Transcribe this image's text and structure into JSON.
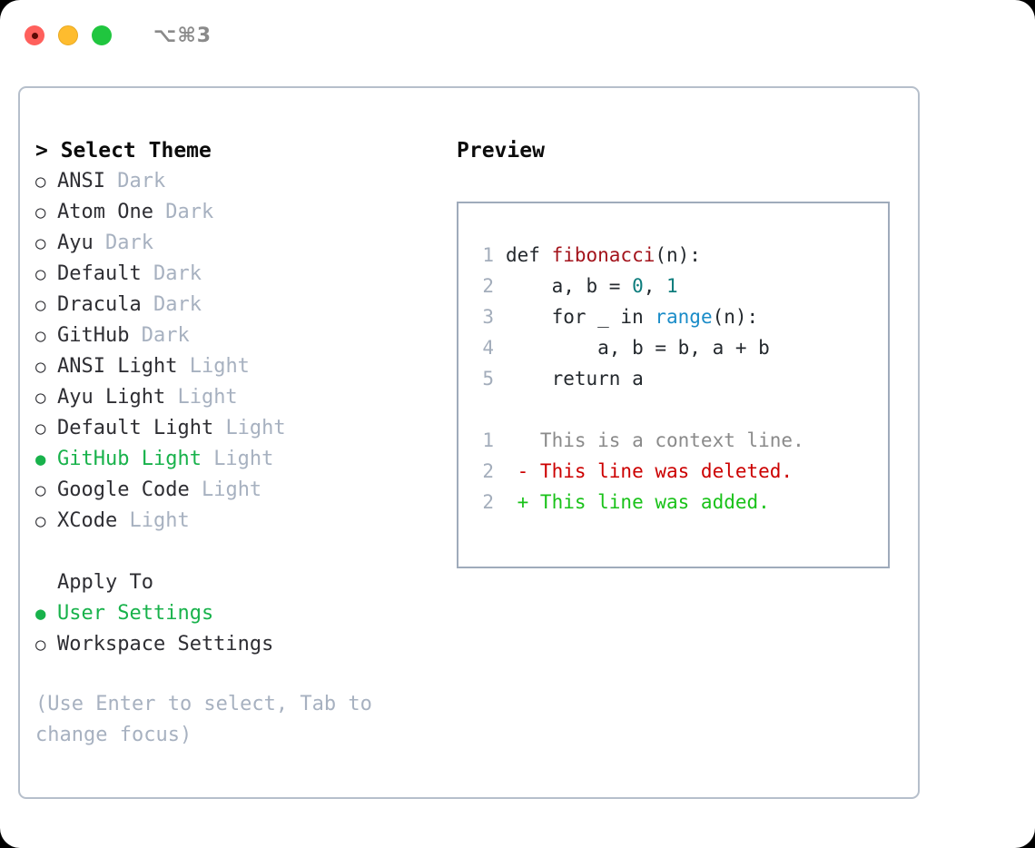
{
  "titlebar": {
    "shortcut": "⌥⌘3",
    "lights": [
      {
        "name": "close",
        "color": "#ff605c"
      },
      {
        "name": "minimize",
        "color": "#febc2e"
      },
      {
        "name": "maximize",
        "color": "#20c63f"
      }
    ]
  },
  "theme_panel": {
    "heading": "> Select Theme",
    "options": [
      {
        "marker": "○",
        "name": "ANSI",
        "variant": "Dark",
        "selected": false
      },
      {
        "marker": "○",
        "name": "Atom One",
        "variant": "Dark",
        "selected": false
      },
      {
        "marker": "○",
        "name": "Ayu",
        "variant": "Dark",
        "selected": false
      },
      {
        "marker": "○",
        "name": "Default",
        "variant": "Dark",
        "selected": false
      },
      {
        "marker": "○",
        "name": "Dracula",
        "variant": "Dark",
        "selected": false
      },
      {
        "marker": "○",
        "name": "GitHub",
        "variant": "Dark",
        "selected": false
      },
      {
        "marker": "○",
        "name": "ANSI Light",
        "variant": "Light",
        "selected": false
      },
      {
        "marker": "○",
        "name": "Ayu Light",
        "variant": "Light",
        "selected": false
      },
      {
        "marker": "○",
        "name": "Default Light",
        "variant": "Light",
        "selected": false
      },
      {
        "marker": "●",
        "name": "GitHub Light",
        "variant": "Light",
        "selected": true
      },
      {
        "marker": "○",
        "name": "Google Code",
        "variant": "Light",
        "selected": false
      },
      {
        "marker": "○",
        "name": "XCode",
        "variant": "Light",
        "selected": false
      }
    ]
  },
  "apply_to": {
    "heading": "Apply To",
    "options": [
      {
        "marker": "●",
        "name": "User Settings",
        "selected": true
      },
      {
        "marker": "○",
        "name": "Workspace Settings",
        "selected": false
      }
    ]
  },
  "hint": "(Use Enter to select, Tab to change focus)",
  "preview": {
    "heading": "Preview",
    "code_lines": [
      {
        "ln": "1",
        "segments": [
          {
            "text": "def ",
            "token": "plain"
          },
          {
            "text": "fibonacci",
            "token": "function"
          },
          {
            "text": "(n):",
            "token": "plain"
          }
        ]
      },
      {
        "ln": "2",
        "segments": [
          {
            "text": "    a, b = ",
            "token": "plain"
          },
          {
            "text": "0",
            "token": "number"
          },
          {
            "text": ", ",
            "token": "plain"
          },
          {
            "text": "1",
            "token": "number"
          }
        ]
      },
      {
        "ln": "3",
        "segments": [
          {
            "text": "    for _ in ",
            "token": "plain"
          },
          {
            "text": "range",
            "token": "call"
          },
          {
            "text": "(n):",
            "token": "plain"
          }
        ]
      },
      {
        "ln": "4",
        "segments": [
          {
            "text": "        a, b = b, a + b",
            "token": "plain"
          }
        ]
      },
      {
        "ln": "5",
        "segments": [
          {
            "text": "    return a",
            "token": "plain"
          }
        ]
      }
    ],
    "diff_lines": [
      {
        "ln": "1",
        "sign": " ",
        "text": " This is a context line.",
        "kind": "context"
      },
      {
        "ln": "2",
        "sign": "-",
        "text": " This line was deleted.",
        "kind": "deleted"
      },
      {
        "ln": "2",
        "sign": "+",
        "text": " This line was added.",
        "kind": "added"
      }
    ]
  },
  "colors": {
    "accent_green": "#18b24b",
    "muted": "#a7b1c0",
    "border": "#b6bfcb",
    "preview_border": "#9fabbb",
    "function": "#a3131b",
    "number": "#0e7d7d",
    "call": "#1a8cc8",
    "diff_deleted": "#cc0000",
    "diff_added": "#19c219",
    "diff_context": "#8a8a8a"
  }
}
